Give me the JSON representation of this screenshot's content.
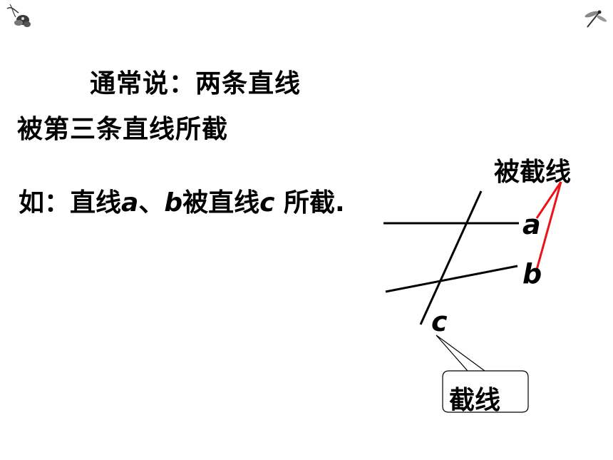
{
  "slide": {
    "line1": "通常说：两条直线",
    "line2": "被第三条直线所截",
    "example": {
      "prefix": "如：直线",
      "var_a": "a",
      "sep": "、",
      "var_b": "b",
      "middle": "被直线",
      "var_c": "c",
      "suffix": " 所截."
    }
  },
  "figure": {
    "label_transversal_lines": "被截线",
    "label_a": "a",
    "label_b": "b",
    "label_c": "c",
    "callout_label": "截线",
    "colors": {
      "lines": "#000000",
      "pointer": "#e8141c"
    }
  },
  "decor": {
    "left_icon": "ink-flower-icon",
    "right_icon": "dragonfly-icon"
  }
}
